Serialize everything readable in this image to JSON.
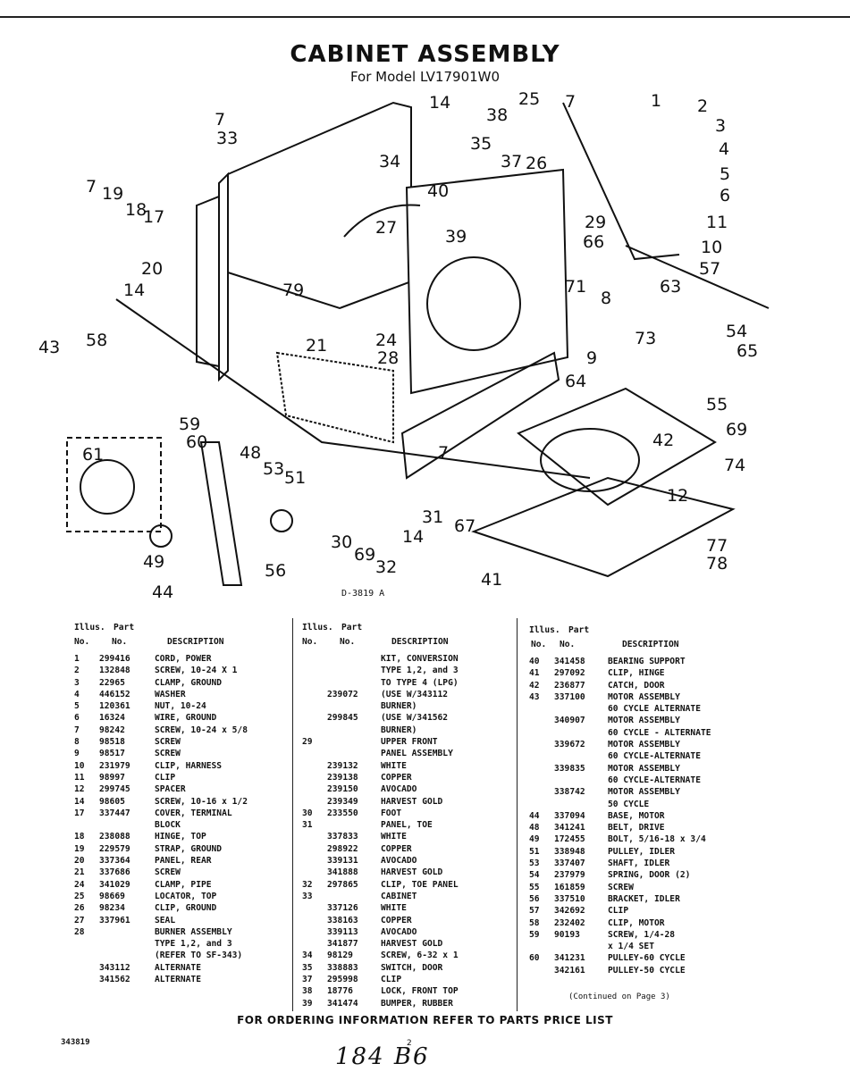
{
  "header": {
    "title": "CABINET ASSEMBLY",
    "subtitle": "For Model LV17901W0"
  },
  "diagram": {
    "drawing_code": "D-3819 A",
    "callouts": [
      "1",
      "2",
      "3",
      "4",
      "5",
      "6",
      "7",
      "7",
      "7",
      "7",
      "8",
      "9",
      "10",
      "11",
      "12",
      "14",
      "14",
      "14",
      "17",
      "18",
      "19",
      "20",
      "21",
      "24",
      "25",
      "26",
      "27",
      "28",
      "29",
      "30",
      "31",
      "32",
      "33",
      "34",
      "35",
      "37",
      "38",
      "39",
      "40",
      "41",
      "42",
      "43",
      "44",
      "48",
      "49",
      "51",
      "53",
      "54",
      "55",
      "56",
      "57",
      "58",
      "59",
      "60",
      "61",
      "63",
      "64",
      "65",
      "66",
      "67",
      "69",
      "69",
      "71",
      "73",
      "74",
      "77",
      "78",
      "79"
    ]
  },
  "table_header": {
    "illus": "Illus.",
    "part": "Part",
    "no": "No.",
    "no2": "No.",
    "description": "DESCRIPTION"
  },
  "parts": {
    "col1": [
      {
        "illus": "1",
        "part": "299416",
        "desc": "CORD, POWER"
      },
      {
        "illus": "2",
        "part": "132848",
        "desc": "SCREW, 10-24 X 1"
      },
      {
        "illus": "3",
        "part": "22965",
        "desc": "CLAMP, GROUND"
      },
      {
        "illus": "4",
        "part": "446152",
        "desc": "WASHER"
      },
      {
        "illus": "5",
        "part": "120361",
        "desc": "NUT, 10-24"
      },
      {
        "illus": "6",
        "part": "16324",
        "desc": "WIRE, GROUND"
      },
      {
        "illus": "7",
        "part": "98242",
        "desc": "SCREW, 10-24 x 5/8"
      },
      {
        "illus": "8",
        "part": "98518",
        "desc": "SCREW"
      },
      {
        "illus": "9",
        "part": "98517",
        "desc": "SCREW"
      },
      {
        "illus": "10",
        "part": "231979",
        "desc": "CLIP, HARNESS"
      },
      {
        "illus": "11",
        "part": "98997",
        "desc": "CLIP"
      },
      {
        "illus": "12",
        "part": "299745",
        "desc": "SPACER"
      },
      {
        "illus": "14",
        "part": "98605",
        "desc": "SCREW, 10-16 x 1/2"
      },
      {
        "illus": "17",
        "part": "337447",
        "desc": "COVER, TERMINAL"
      },
      {
        "illus": "",
        "part": "",
        "desc": "BLOCK"
      },
      {
        "illus": "18",
        "part": "238088",
        "desc": "HINGE, TOP"
      },
      {
        "illus": "19",
        "part": "229579",
        "desc": "STRAP, GROUND"
      },
      {
        "illus": "20",
        "part": "337364",
        "desc": "PANEL, REAR"
      },
      {
        "illus": "21",
        "part": "337686",
        "desc": "SCREW"
      },
      {
        "illus": "24",
        "part": "341029",
        "desc": "CLAMP, PIPE"
      },
      {
        "illus": "25",
        "part": "98669",
        "desc": "LOCATOR, TOP"
      },
      {
        "illus": "26",
        "part": "98234",
        "desc": "CLIP, GROUND"
      },
      {
        "illus": "27",
        "part": "337961",
        "desc": "SEAL"
      },
      {
        "illus": "28",
        "part": "",
        "desc": "BURNER ASSEMBLY"
      },
      {
        "illus": "",
        "part": "",
        "desc": "TYPE 1,2, and 3"
      },
      {
        "illus": "",
        "part": "",
        "desc": "(REFER TO SF-343)"
      },
      {
        "illus": "",
        "part": "343112",
        "desc": "ALTERNATE"
      },
      {
        "illus": "",
        "part": "341562",
        "desc": "ALTERNATE"
      }
    ],
    "col2": [
      {
        "illus": "",
        "part": "",
        "desc": "KIT, CONVERSION"
      },
      {
        "illus": "",
        "part": "",
        "desc": "TYPE 1,2, and 3"
      },
      {
        "illus": "",
        "part": "",
        "desc": "TO TYPE 4 (LPG)"
      },
      {
        "illus": "",
        "part": "239072",
        "desc": "(USE W/343112"
      },
      {
        "illus": "",
        "part": "",
        "desc": "BURNER)"
      },
      {
        "illus": "",
        "part": "299845",
        "desc": "(USE W/341562"
      },
      {
        "illus": "",
        "part": "",
        "desc": "BURNER)"
      },
      {
        "illus": "29",
        "part": "",
        "desc": "UPPER FRONT"
      },
      {
        "illus": "",
        "part": "",
        "desc": "PANEL ASSEMBLY"
      },
      {
        "illus": "",
        "part": "239132",
        "desc": "WHITE"
      },
      {
        "illus": "",
        "part": "239138",
        "desc": "COPPER"
      },
      {
        "illus": "",
        "part": "239150",
        "desc": "AVOCADO"
      },
      {
        "illus": "",
        "part": "239349",
        "desc": "HARVEST GOLD"
      },
      {
        "illus": "30",
        "part": "233550",
        "desc": "FOOT"
      },
      {
        "illus": "31",
        "part": "",
        "desc": "PANEL, TOE"
      },
      {
        "illus": "",
        "part": "337833",
        "desc": "WHITE"
      },
      {
        "illus": "",
        "part": "298922",
        "desc": "COPPER"
      },
      {
        "illus": "",
        "part": "339131",
        "desc": "AVOCADO"
      },
      {
        "illus": "",
        "part": "341888",
        "desc": "HARVEST GOLD"
      },
      {
        "illus": "32",
        "part": "297865",
        "desc": "CLIP, TOE PANEL"
      },
      {
        "illus": "33",
        "part": "",
        "desc": "CABINET"
      },
      {
        "illus": "",
        "part": "337126",
        "desc": "WHITE"
      },
      {
        "illus": "",
        "part": "338163",
        "desc": "COPPER"
      },
      {
        "illus": "",
        "part": "339113",
        "desc": "AVOCADO"
      },
      {
        "illus": "",
        "part": "341877",
        "desc": "HARVEST GOLD"
      },
      {
        "illus": "34",
        "part": "98129",
        "desc": "SCREW, 6-32 x 1"
      },
      {
        "illus": "35",
        "part": "338883",
        "desc": "SWITCH, DOOR"
      },
      {
        "illus": "37",
        "part": "295998",
        "desc": "CLIP"
      },
      {
        "illus": "38",
        "part": "18776",
        "desc": "LOCK, FRONT TOP"
      },
      {
        "illus": "39",
        "part": "341474",
        "desc": "BUMPER, RUBBER"
      }
    ],
    "col3": [
      {
        "illus": "40",
        "part": "341458",
        "desc": "BEARING SUPPORT"
      },
      {
        "illus": "41",
        "part": "297092",
        "desc": "CLIP, HINGE"
      },
      {
        "illus": "42",
        "part": "236877",
        "desc": "CATCH, DOOR"
      },
      {
        "illus": "43",
        "part": "337100",
        "desc": "MOTOR ASSEMBLY"
      },
      {
        "illus": "",
        "part": "",
        "desc": "60 CYCLE ALTERNATE"
      },
      {
        "illus": "",
        "part": "340907",
        "desc": "MOTOR ASSEMBLY"
      },
      {
        "illus": "",
        "part": "",
        "desc": "60 CYCLE - ALTERNATE"
      },
      {
        "illus": "",
        "part": "339672",
        "desc": "MOTOR ASSEMBLY"
      },
      {
        "illus": "",
        "part": "",
        "desc": "60 CYCLE-ALTERNATE"
      },
      {
        "illus": "",
        "part": "339835",
        "desc": "MOTOR ASSEMBLY"
      },
      {
        "illus": "",
        "part": "",
        "desc": "60 CYCLE-ALTERNATE"
      },
      {
        "illus": "",
        "part": "338742",
        "desc": "MOTOR ASSEMBLY"
      },
      {
        "illus": "",
        "part": "",
        "desc": "50 CYCLE"
      },
      {
        "illus": "44",
        "part": "337094",
        "desc": "BASE, MOTOR"
      },
      {
        "illus": "48",
        "part": "341241",
        "desc": "BELT, DRIVE"
      },
      {
        "illus": "49",
        "part": "172455",
        "desc": "BOLT, 5/16-18 x 3/4"
      },
      {
        "illus": "51",
        "part": "338948",
        "desc": "PULLEY, IDLER"
      },
      {
        "illus": "53",
        "part": "337407",
        "desc": "SHAFT, IDLER"
      },
      {
        "illus": "54",
        "part": "237979",
        "desc": "SPRING, DOOR (2)"
      },
      {
        "illus": "55",
        "part": "161859",
        "desc": "SCREW"
      },
      {
        "illus": "56",
        "part": "337510",
        "desc": "BRACKET, IDLER"
      },
      {
        "illus": "57",
        "part": "342692",
        "desc": "CLIP"
      },
      {
        "illus": "58",
        "part": "232402",
        "desc": "CLIP, MOTOR"
      },
      {
        "illus": "59",
        "part": "90193",
        "desc": "SCREW, 1/4-28"
      },
      {
        "illus": "",
        "part": "",
        "desc": "x 1/4 SET"
      },
      {
        "illus": "60",
        "part": "341231",
        "desc": "PULLEY-60 CYCLE"
      },
      {
        "illus": "",
        "part": "342161",
        "desc": "PULLEY-50 CYCLE"
      }
    ],
    "continued": "(Continued on Page 3)"
  },
  "footer": {
    "ordering_note": "FOR ORDERING INFORMATION REFER TO PARTS PRICE LIST",
    "doc_number": "343819",
    "page_number": "2",
    "handwritten": "184 B6"
  }
}
